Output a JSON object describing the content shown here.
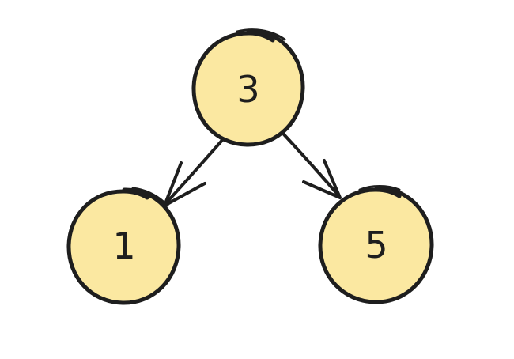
{
  "diagram": {
    "type": "binary-tree",
    "colors": {
      "node_fill": "#fbe8a1",
      "stroke": "#1e1e1e",
      "background": "#ffffff"
    },
    "nodes": [
      {
        "id": "root",
        "label": "3"
      },
      {
        "id": "left",
        "label": "1"
      },
      {
        "id": "right",
        "label": "5"
      }
    ],
    "edges": [
      {
        "from": "root",
        "to": "left"
      },
      {
        "from": "root",
        "to": "right"
      }
    ]
  }
}
